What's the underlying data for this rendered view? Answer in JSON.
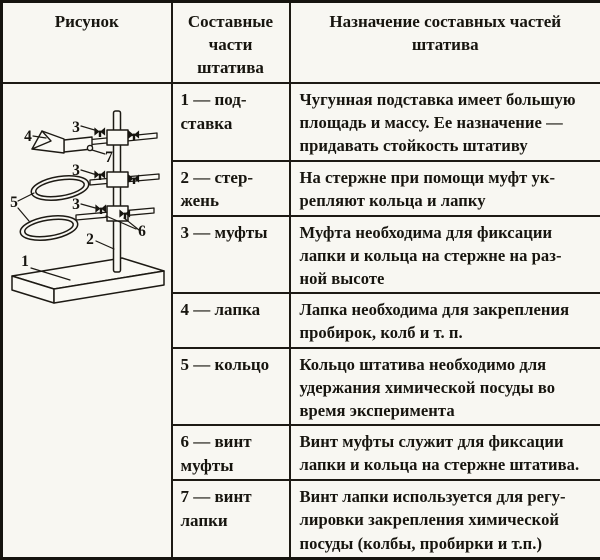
{
  "header": {
    "col_figure": "Рисунок",
    "col_parts": "Составные\nчасти\nштатива",
    "col_purpose": "Назначение составных частей\nштатива"
  },
  "figure": {
    "labels": {
      "n1": "1",
      "n2": "2",
      "n3": "3",
      "n4": "4",
      "n5": "5",
      "n6": "6",
      "n7": "7"
    }
  },
  "rows": [
    {
      "part": "1 — под-\nставка",
      "purpose": "Чугунная подставка имеет большую\nплощадь и массу. Ее назначение —\nпридавать стойкость штативу"
    },
    {
      "part": "2 — стер-\nжень",
      "purpose": "На стержне при помощи муфт ук-\nрепляют кольца и лапку"
    },
    {
      "part": "3 — муфты",
      "purpose": "Муфта необходима для фиксации\nлапки и кольца на стержне на раз-\nной высоте"
    },
    {
      "part": "4 — лапка",
      "purpose": "Лапка необходима для закрепления\nпробирок, колб и т. п."
    },
    {
      "part": "5 — кольцо",
      "purpose": "Кольцо штатива необходимо для\nудержания химической посуды во\nвремя эксперимента"
    },
    {
      "part": "6 — винт\nмуфты",
      "purpose": "Винт муфты служит для фиксации\nлапки и кольца на стержне штатива."
    },
    {
      "part": "7 — винт\nлапки",
      "purpose": "Винт лапки используется для регу-\nлировки закрепления химической\nпосуды (колбы, пробирки и т.п.)"
    }
  ]
}
